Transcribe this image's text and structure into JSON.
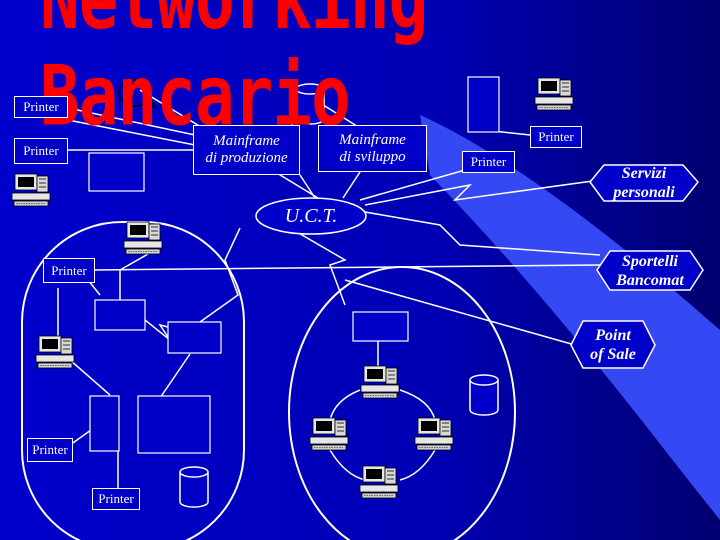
{
  "slide": {
    "title": "Networking Bancario",
    "mainframe_production": "Mainframe\ndi produzione",
    "mainframe_development": "Mainframe\ndi sviluppo",
    "uct": "U.C.T.",
    "services": "Servizi\npersonali",
    "atm": "Sportelli\nBancomat",
    "pos": "Point\nof Sale",
    "printer_label": "Printer"
  },
  "colors": {
    "background_dark": "#0000a8",
    "background_light": "#2a3cf0",
    "title": "#ff0000",
    "lines": "#ffffff"
  },
  "icons": [
    "computer-icon",
    "database-icon",
    "printer-box",
    "hexagon"
  ]
}
